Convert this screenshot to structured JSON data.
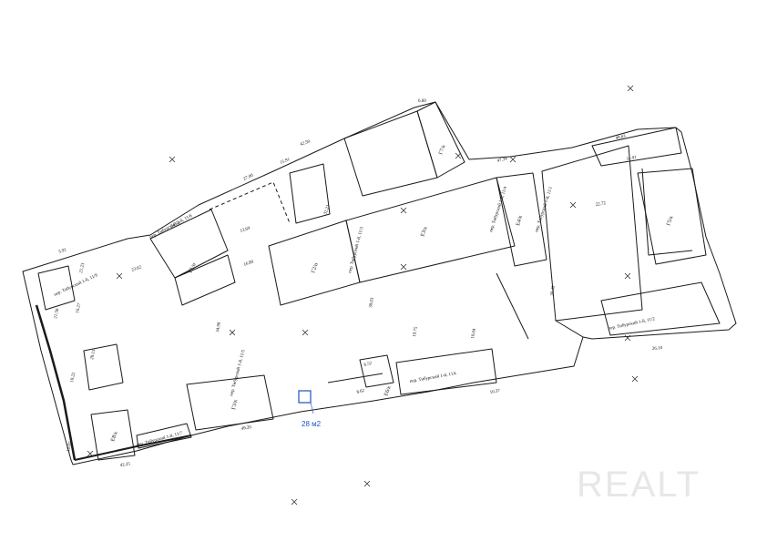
{
  "plan": {
    "highlight": {
      "label": "28 м2",
      "color": "#1f4fc8"
    },
    "watermark": "REALT",
    "dimensions": [
      "42.50",
      "6.60",
      "27.00",
      "15.91",
      "32.21",
      "24.58",
      "13.69",
      "23.62",
      "16.80",
      "28.15",
      "16.27",
      "10.22",
      "47.34",
      "48.83",
      "31.91",
      "22.72",
      "26.10",
      "30.49",
      "19.75",
      "12.07",
      "42.25",
      "49.20",
      "6.52",
      "10.37",
      "8.62",
      "38.03",
      "10.04",
      "34.98",
      "21.50",
      "5.91",
      "21.23"
    ],
    "rooms": [
      "пер. Тибурский 1-й, 11/6",
      "пер. Тибурский 1-й, 11/4",
      "пер. Тибурский 1-й, 11/3",
      "пер. Тибурский 1-й, 11/2",
      "пер. Тибурский 1-й, 11/5",
      "пер. Тибурский 1-й, 11/1",
      "пер. Тибурский 1-й, 11А",
      "пер. Тибурский 1-й, 11/7",
      "пер. Тибурский 1-й, 11/9"
    ],
    "building_codes": [
      "Г1/н",
      "Г2/н",
      "Е3/к",
      "Г3/к",
      "Е4/к",
      "Г5/к",
      "Е6/к",
      "Г7/к",
      "Е8/к"
    ]
  }
}
